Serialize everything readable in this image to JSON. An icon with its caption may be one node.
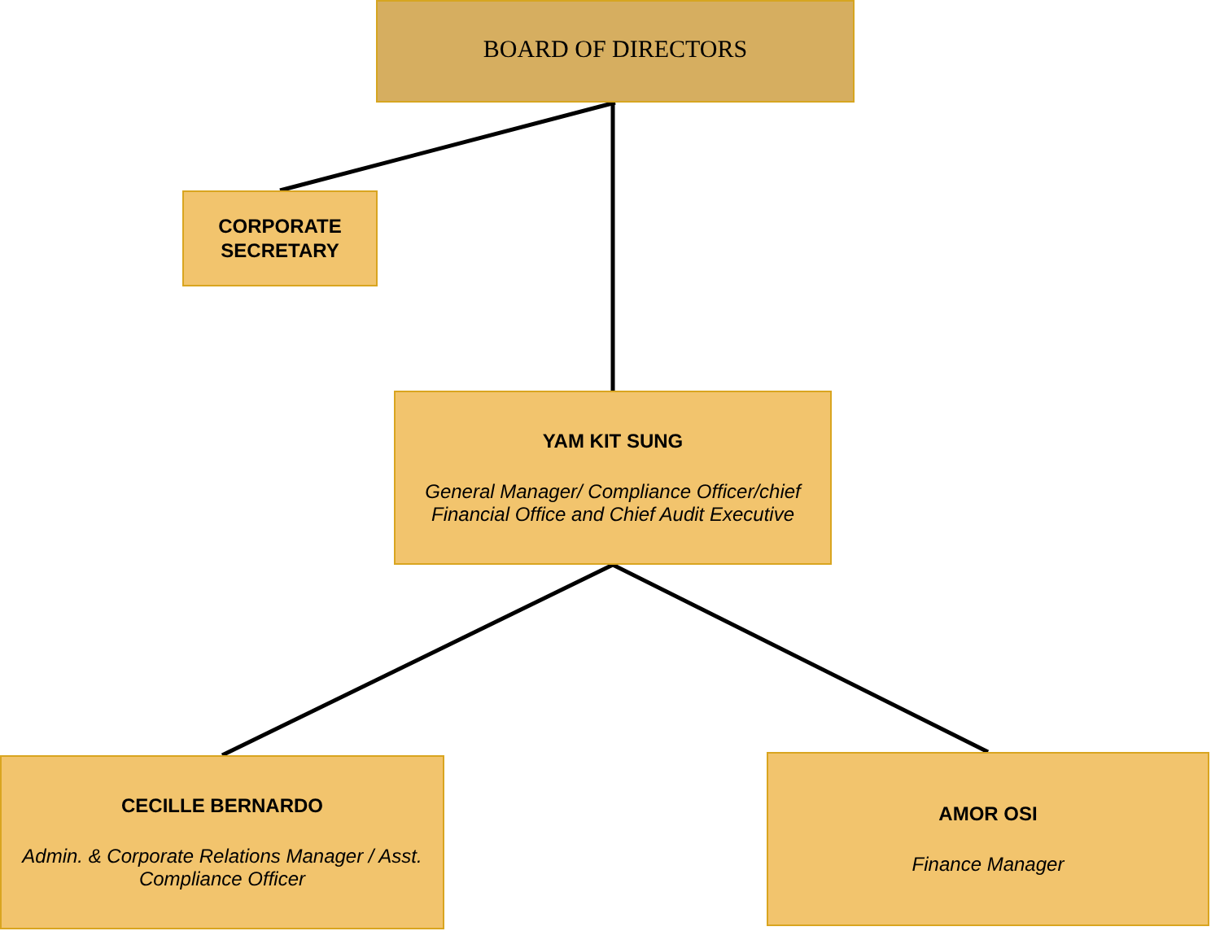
{
  "diagram": {
    "nodes": [
      {
        "text": [
          "BOARD OF DIRECTORS"
        ]
      },
      {
        "text": [
          "CORPORATE SECRETARY"
        ]
      },
      {
        "text": [
          "YAM KIT SUNG",
          "General Manager/ Compliance Officer/chief Financial Office and Chief Audit Executive"
        ]
      },
      {
        "text": [
          "CECILLE BERNARDO",
          "Admin. & Corporate Relations Manager / Asst. Compliance Officer"
        ]
      },
      {
        "text": [
          "AMOR OSI",
          "Finance Manager"
        ]
      }
    ],
    "edges": [
      {
        "from": 0,
        "to": 2,
        "arrow": "none"
      },
      {
        "from": 0,
        "to": 1,
        "arrow": "none"
      },
      {
        "from": 2,
        "to": 3,
        "arrow": "none"
      },
      {
        "from": 2,
        "to": 4,
        "arrow": "none"
      }
    ]
  }
}
